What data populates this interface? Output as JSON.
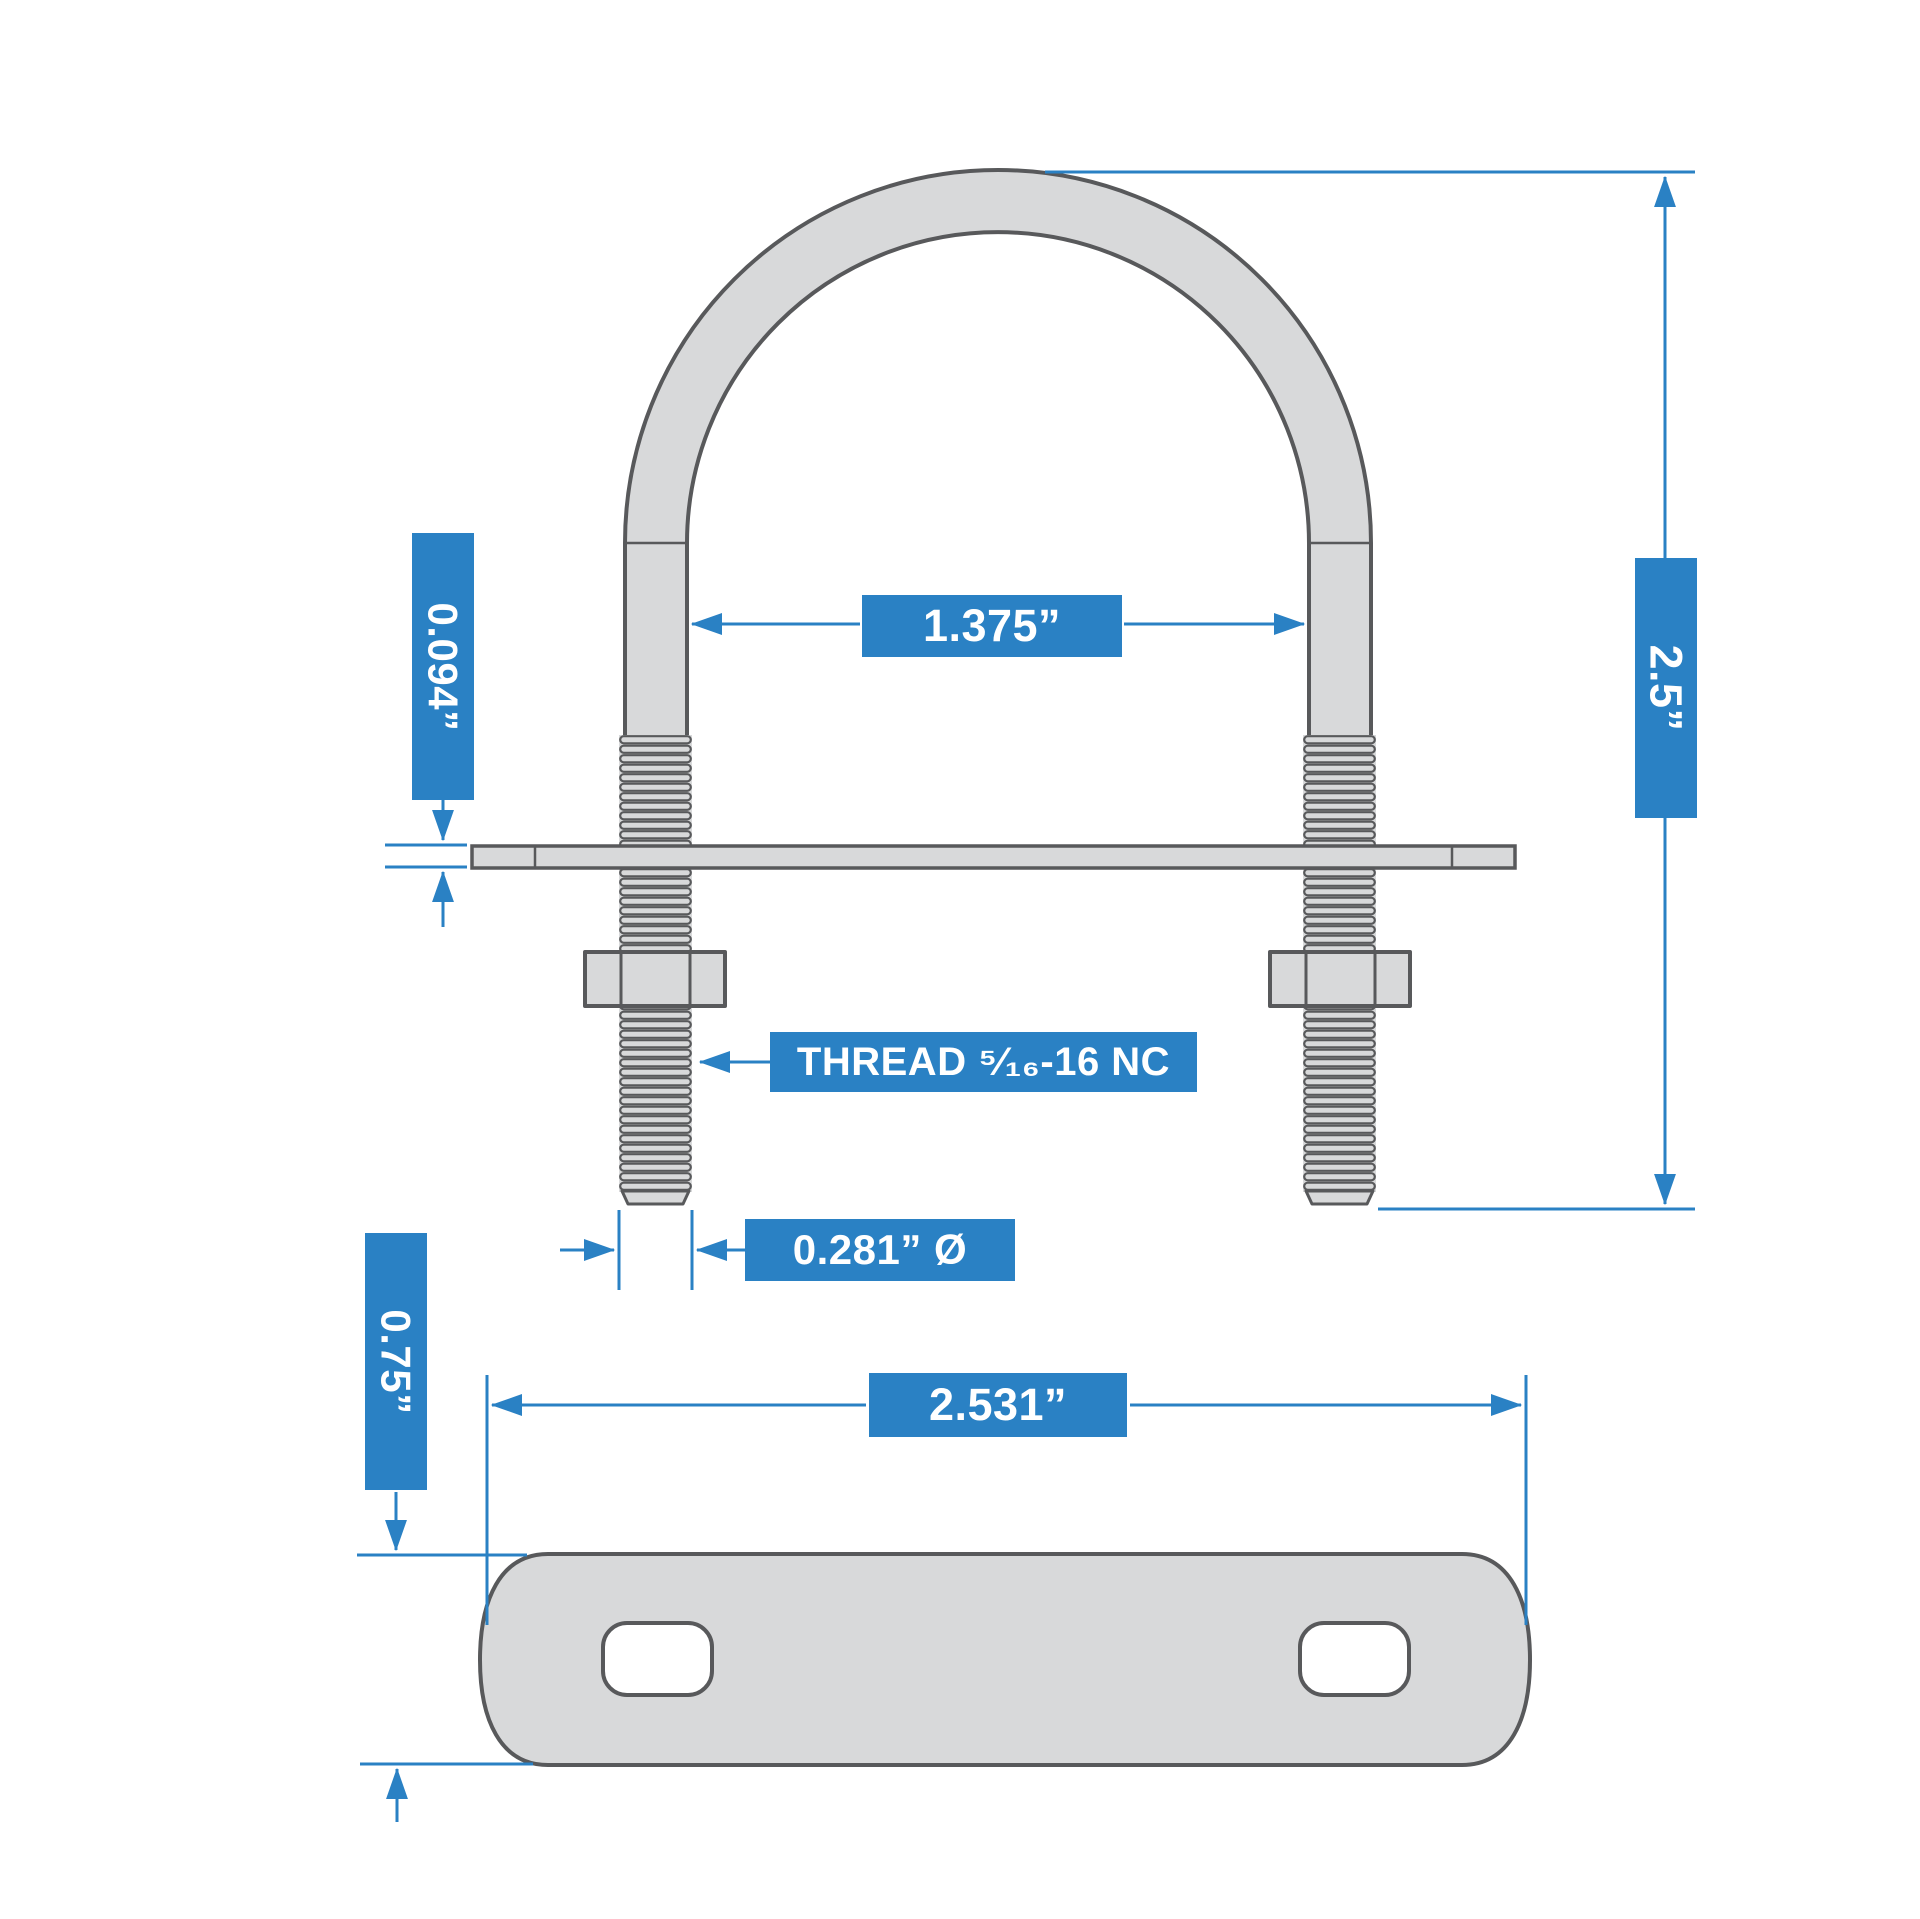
{
  "diagram": {
    "title": "U-bolt with mounting plate technical drawing",
    "type": "dimensioned-technical-drawing",
    "views": [
      "front-view-u-bolt-with-plate-and-nuts",
      "top-view-mounting-plate"
    ],
    "colors": {
      "accent_blue": "#2A81C4",
      "metal_fill": "#D8D9DA",
      "outline_gray": "#58595B",
      "background": "#FFFFFF"
    },
    "labels": {
      "inner_width": "1.375”",
      "overall_length": "2.5”",
      "plate_thickness": "0.094”",
      "thread_spec": "THREAD ⁵⁄₁₆-16 NC",
      "rod_diameter": "0.281” Ø",
      "plate_length": "2.531”",
      "plate_width": "0.75”"
    }
  }
}
